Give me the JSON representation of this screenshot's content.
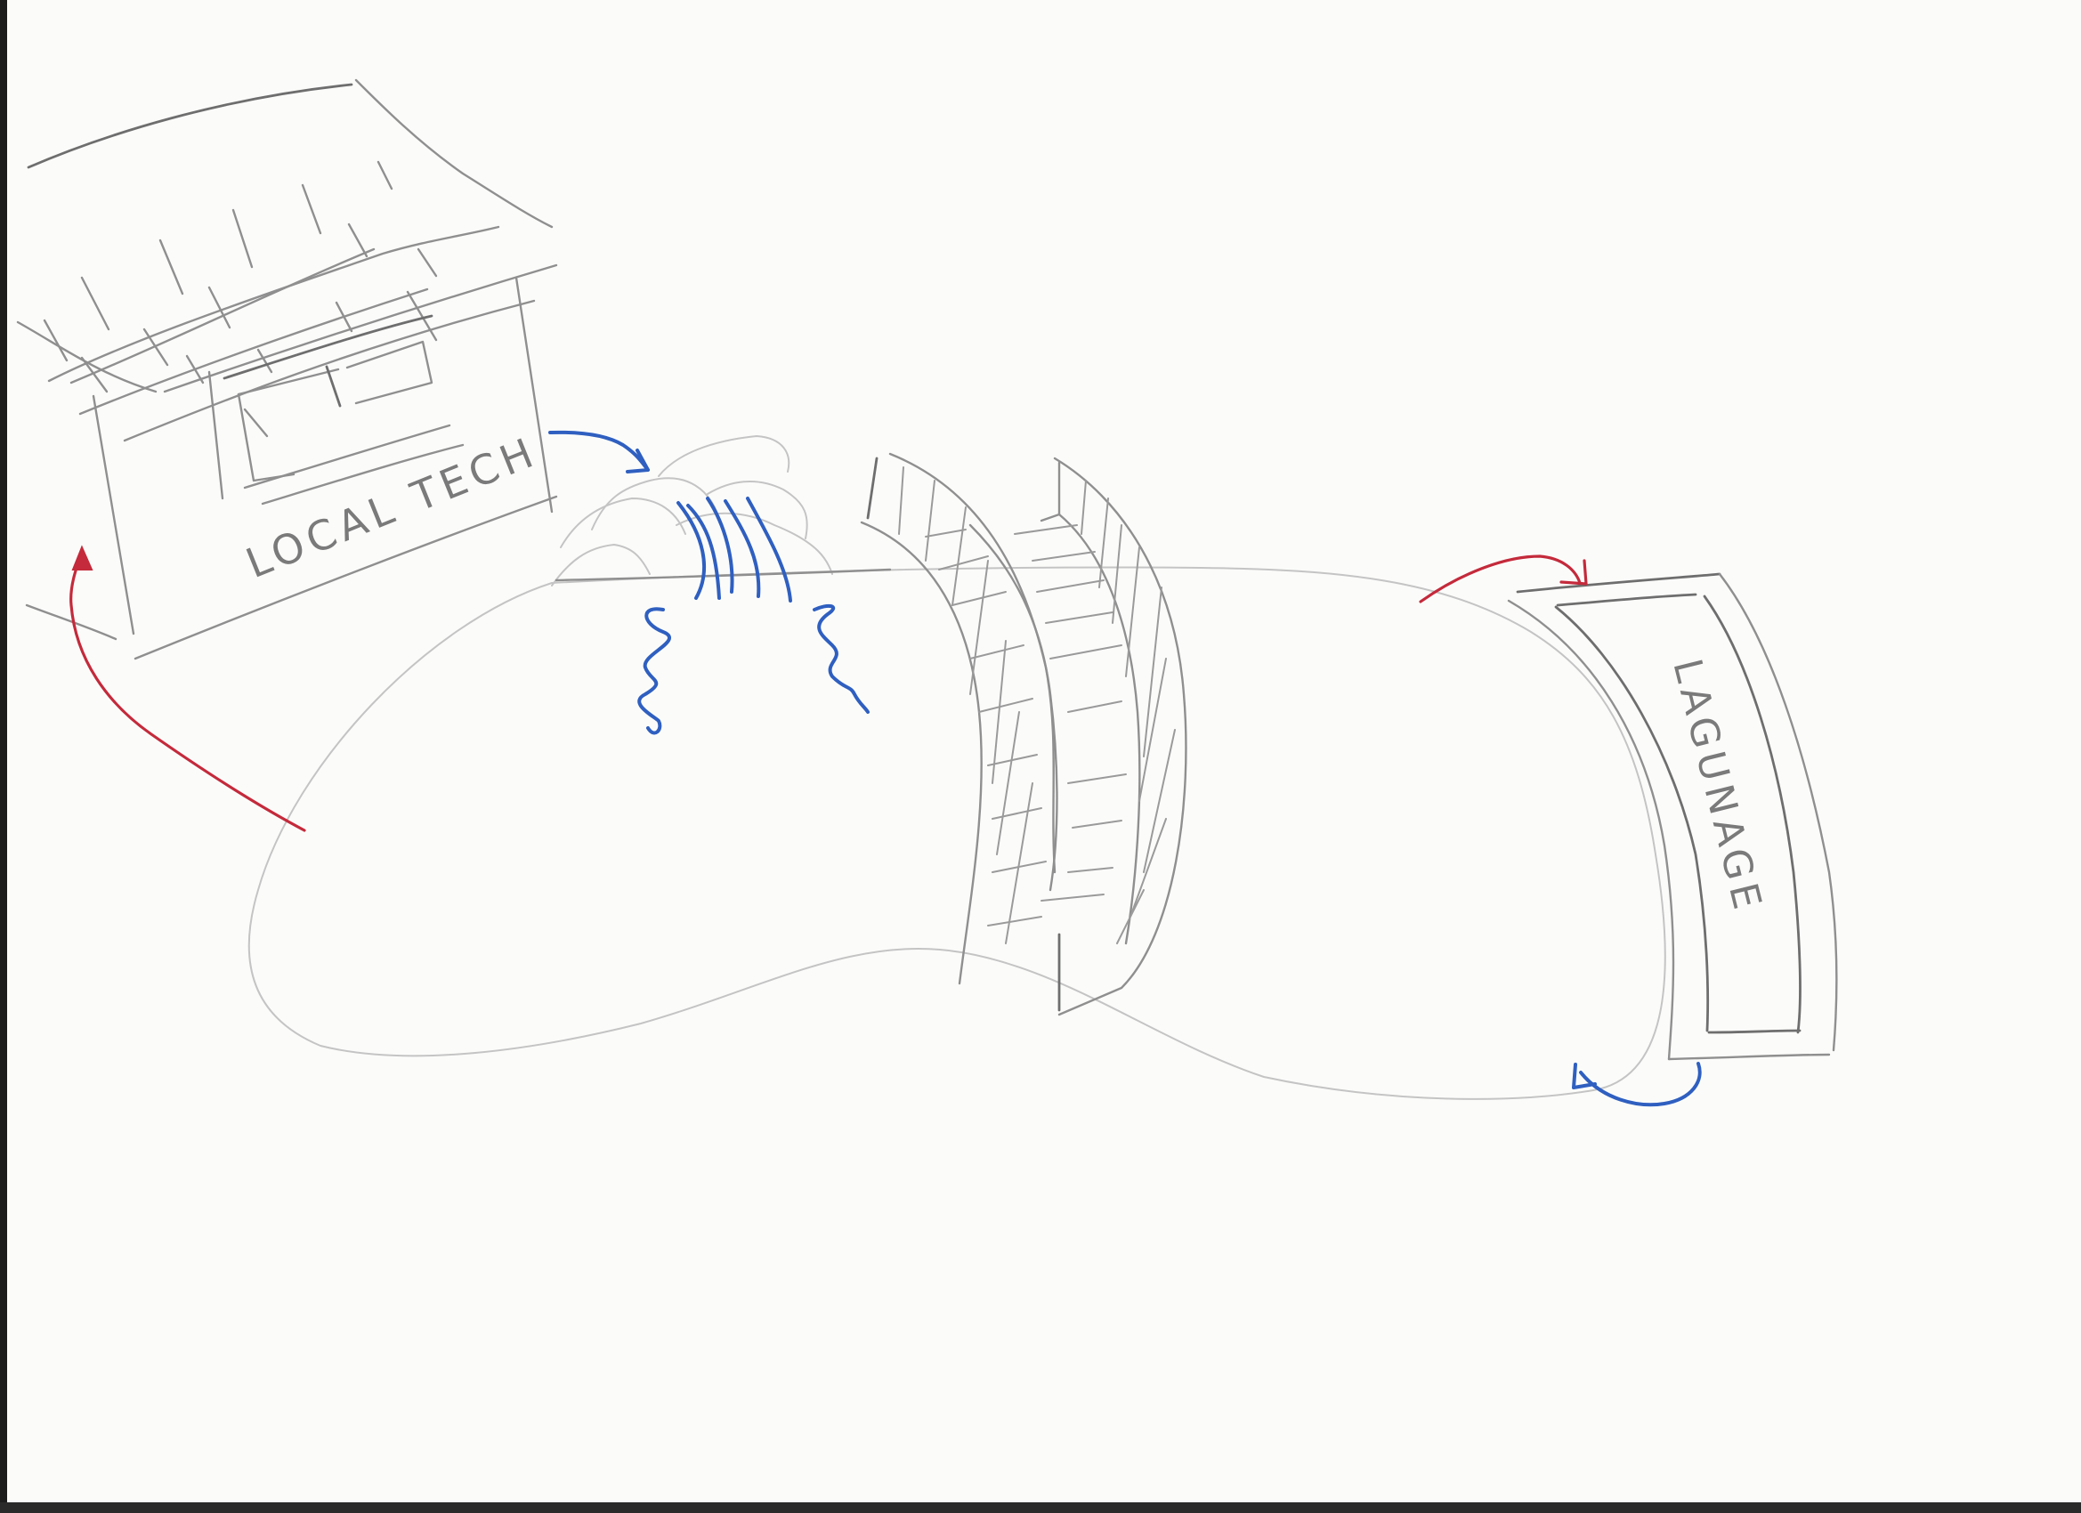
{
  "sketch": {
    "medium": "pencil and colored marker on white paper (scanned)",
    "colors": {
      "paper": "#fbfcfa",
      "pencil": "#8f8f8f",
      "blue_ink": "#2f5fc0",
      "red_ink": "#c42a3b",
      "scan_edge": "#1c1c1c"
    },
    "elements": {
      "house": {
        "label": "LOCAL TECH",
        "description": "Building with tiled roof and a window"
      },
      "rocks": {
        "description": "Cluster of rocks with a blue waterfall"
      },
      "bridge": {
        "description": "Curved arched bridge with hatched surface"
      },
      "banner": {
        "label": "LAGUNAGE",
        "description": "Curved vertical banner/sign"
      },
      "path": {
        "description": "Closed oval loop connecting the elements"
      }
    },
    "arrows": [
      {
        "color": "blue",
        "from": "house",
        "to": "rocks"
      },
      {
        "color": "red",
        "from": "path",
        "to": "banner"
      },
      {
        "color": "blue",
        "from": "banner",
        "to": "path"
      },
      {
        "color": "red",
        "from": "path",
        "to": "house"
      }
    ]
  }
}
